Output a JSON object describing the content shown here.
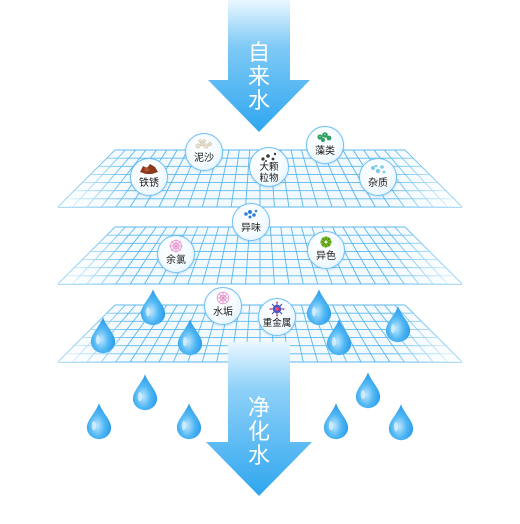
{
  "top_arrow": {
    "label": [
      "自",
      "来",
      "水"
    ],
    "color": "#35aaf0"
  },
  "bottom_arrow": {
    "label": [
      "净",
      "化",
      "水"
    ],
    "color": "#35aaf0"
  },
  "layers": {
    "top": {
      "impurities": [
        {
          "name": "铁锈",
          "icon": "rust-chunks-icon"
        },
        {
          "name": "泥沙",
          "icon": "sand-grains-icon"
        },
        {
          "name": "大颗粒物",
          "icon": "large-particles-icon"
        },
        {
          "name": "藻类",
          "icon": "algae-icon"
        },
        {
          "name": "杂质",
          "icon": "impurity-icon"
        }
      ]
    },
    "middle": {
      "impurities": [
        {
          "name": "异味",
          "icon": "odor-icon"
        },
        {
          "name": "余氯",
          "icon": "residual-chlorine-icon"
        },
        {
          "name": "异色",
          "icon": "discoloration-icon"
        }
      ]
    },
    "bottom": {
      "impurities": [
        {
          "name": "水垢",
          "icon": "scale-icon"
        },
        {
          "name": "重金属",
          "icon": "heavy-metal-icon"
        }
      ]
    }
  },
  "colors": {
    "grid_line": "#5bb7ee",
    "drop": "#1e9df0",
    "drop_light": "#9fd9fb",
    "bubble_border": "#6fc0f2"
  }
}
